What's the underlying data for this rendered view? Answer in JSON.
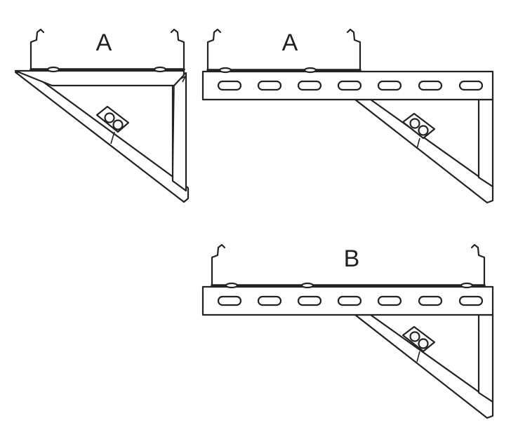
{
  "diagram": {
    "labels": {
      "top_left": "A",
      "top_right": "A",
      "bottom": "B"
    },
    "slot_count": 7,
    "line_color": "#222222",
    "background": "#ffffff"
  }
}
